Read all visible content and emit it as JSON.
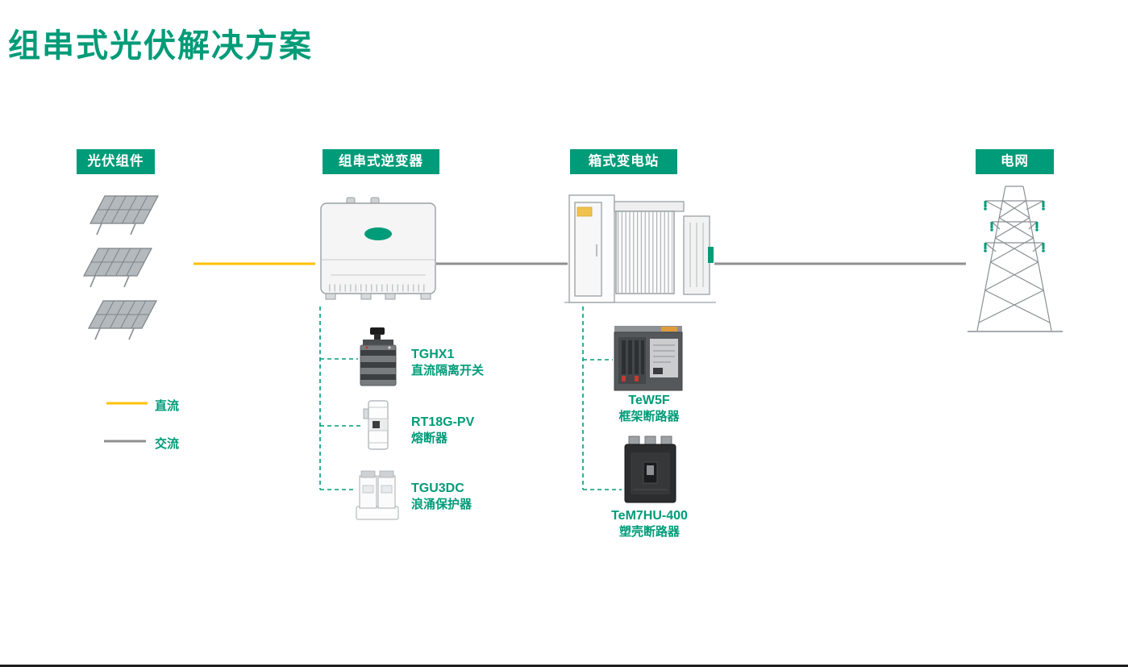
{
  "title": "组串式光伏解决方案",
  "stages": [
    {
      "id": "pv-modules",
      "label": "光伏组件"
    },
    {
      "id": "string-inverter",
      "label": "组串式逆变器"
    },
    {
      "id": "box-substation",
      "label": "箱式变电站"
    },
    {
      "id": "grid",
      "label": "电网"
    }
  ],
  "legend": [
    {
      "label": "直流",
      "color": "#FFC000"
    },
    {
      "label": "交流",
      "color": "#8F8F8F"
    }
  ],
  "inverter_components": [
    {
      "model": "TGHX1",
      "name": "直流隔离开关"
    },
    {
      "model": "RT18G-PV",
      "name": "熔断器"
    },
    {
      "model": "TGU3DC",
      "name": "浪涌保护器"
    }
  ],
  "substation_components": [
    {
      "model": "TeW5F",
      "name": "框架断路器"
    },
    {
      "model": "TeM7HU-400",
      "name": "塑壳断路器"
    }
  ],
  "icons": {
    "solar_panel": "solar-panel-icon",
    "inverter": "inverter-illustration",
    "substation": "substation-illustration",
    "tower": "transmission-tower-illustration"
  },
  "colors": {
    "accent_teal": "#009B78",
    "dc_yellow": "#FFC000",
    "ac_gray": "#8F8F8F"
  }
}
